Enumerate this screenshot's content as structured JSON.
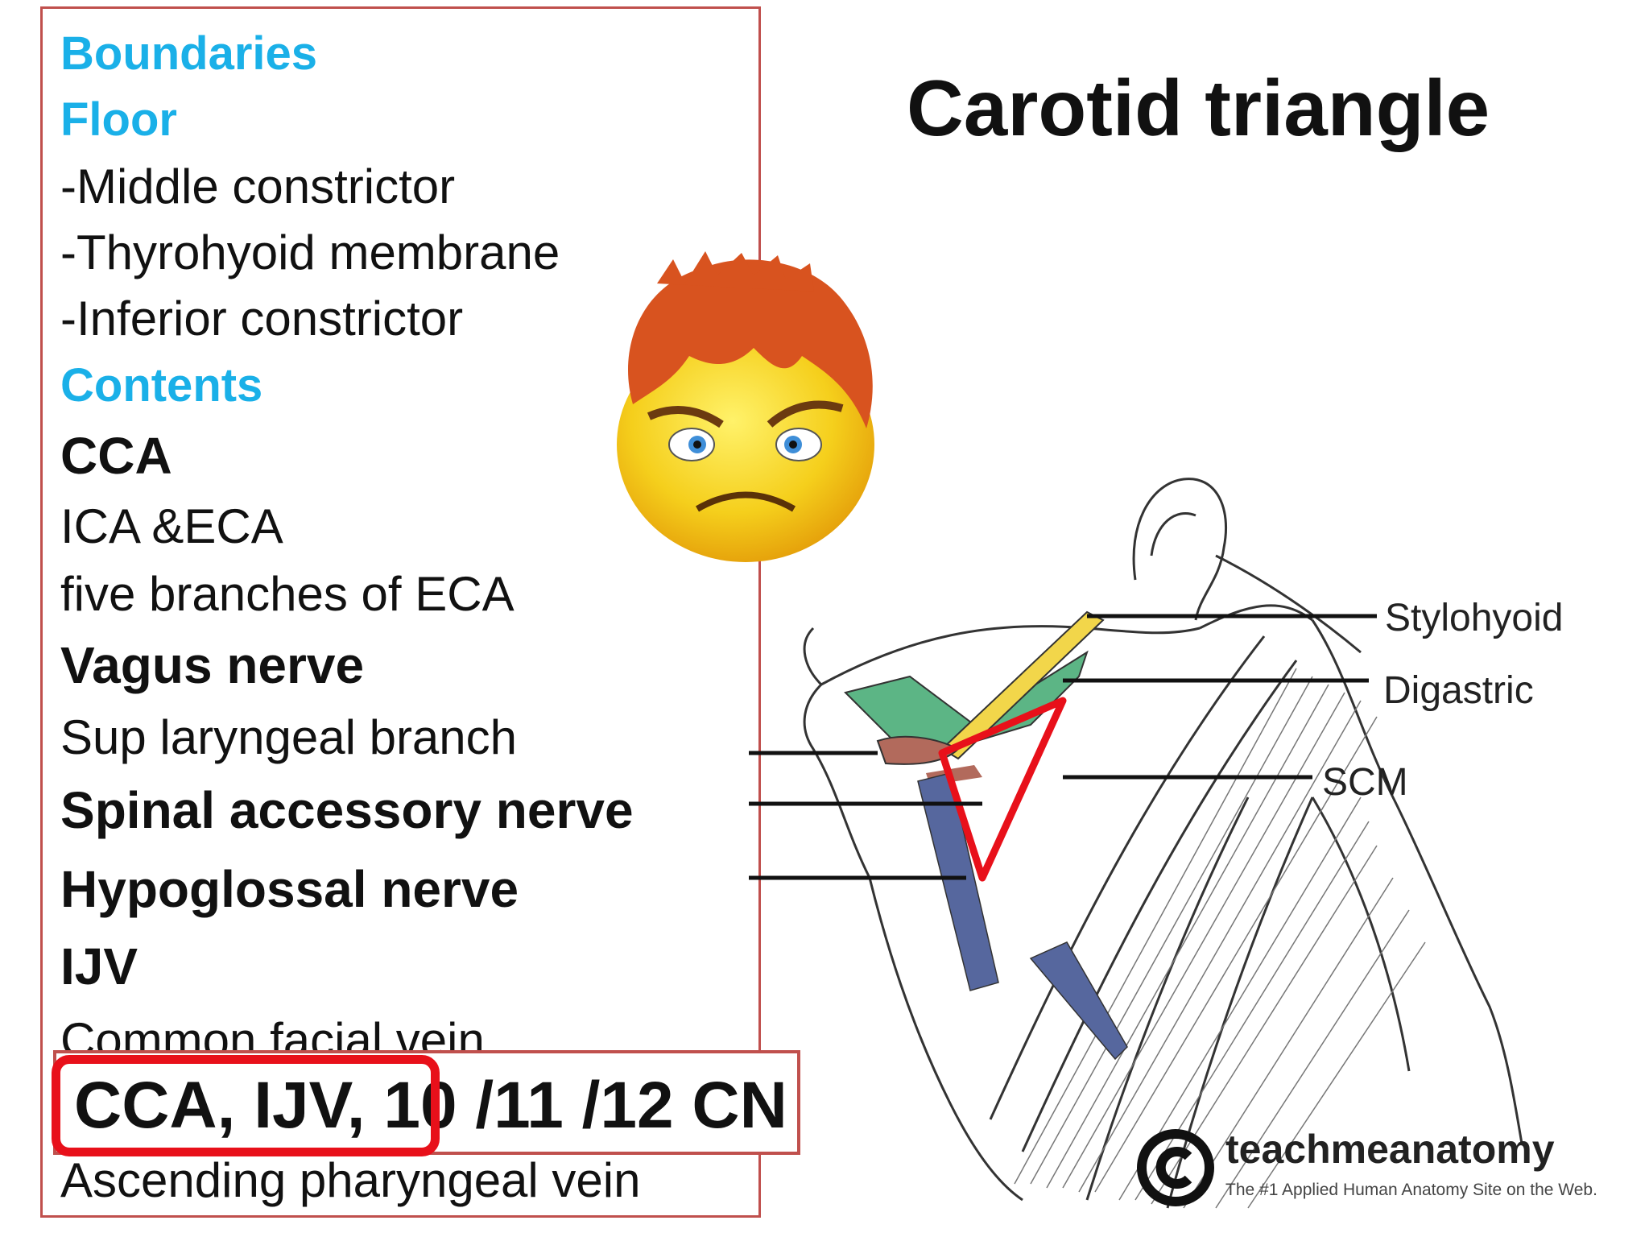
{
  "title": "Carotid triangle",
  "left_panel": {
    "boundaries_heading": "Boundaries",
    "floor_heading": "Floor",
    "floor_items": [
      "-Middle constrictor",
      "-Thyrohyoid membrane",
      "-Inferior constrictor"
    ],
    "contents_heading": "Contents",
    "cca": "CCA",
    "ica_eca": "ICA &ECA",
    "eca_branches": "five branches of ECA",
    "vagus": "Vagus nerve",
    "sup_laryngeal": "Sup laryngeal branch",
    "spinal_accessory": "Spinal accessory nerve",
    "hypoglossal": "Hypoglossal nerve",
    "ijv": "IJV",
    "common_facial": "Common facial vein",
    "ascending_pharyngeal": "Ascending pharyngeal vein"
  },
  "summary": "CCA, IJV, 10 /11 /12 CN",
  "diagram_labels": {
    "stylohyoid": "Stylohyoid",
    "digastric": "Digastric",
    "scm": "SCM"
  },
  "logo": {
    "name": "teachmeanatomy",
    "tagline": "The #1 Applied Human Anatomy Site on the Web."
  },
  "colors": {
    "heading_blue": "#1ab0e8",
    "box_border": "#c0504d",
    "highlight_red": "#e8101a",
    "stylohyoid_yellow": "#f2d64a",
    "digastric_green": "#5cb585",
    "vein_blue": "#56679e",
    "triangle_red": "#e8101a"
  },
  "icons": [
    "angry-face-emoji-icon",
    "copyright-icon"
  ]
}
